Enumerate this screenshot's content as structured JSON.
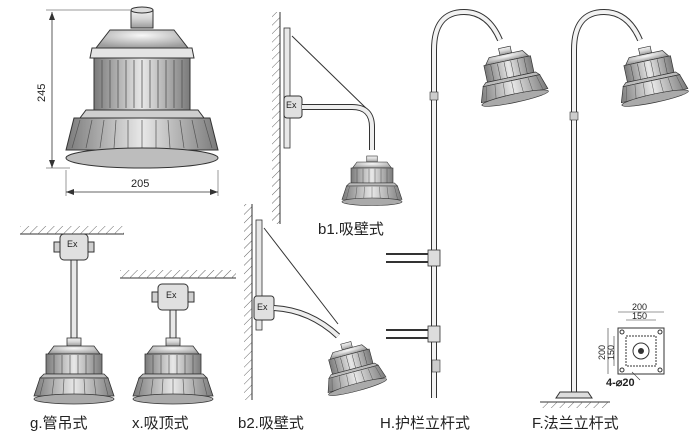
{
  "dimensions": {
    "height": "245",
    "width": "205"
  },
  "mounts": {
    "b1": "b1.吸壁式",
    "g": "g.管吊式",
    "x": "x.吸顶式",
    "b2": "b2.吸壁式",
    "h": "H.护栏立杆式",
    "f": "F.法兰立杆式"
  },
  "flange": {
    "d200_top": "200",
    "d150_top": "150",
    "d200_side": "200",
    "d150_side": "150",
    "holes": "4-⌀20"
  },
  "box_mark": "Ex"
}
